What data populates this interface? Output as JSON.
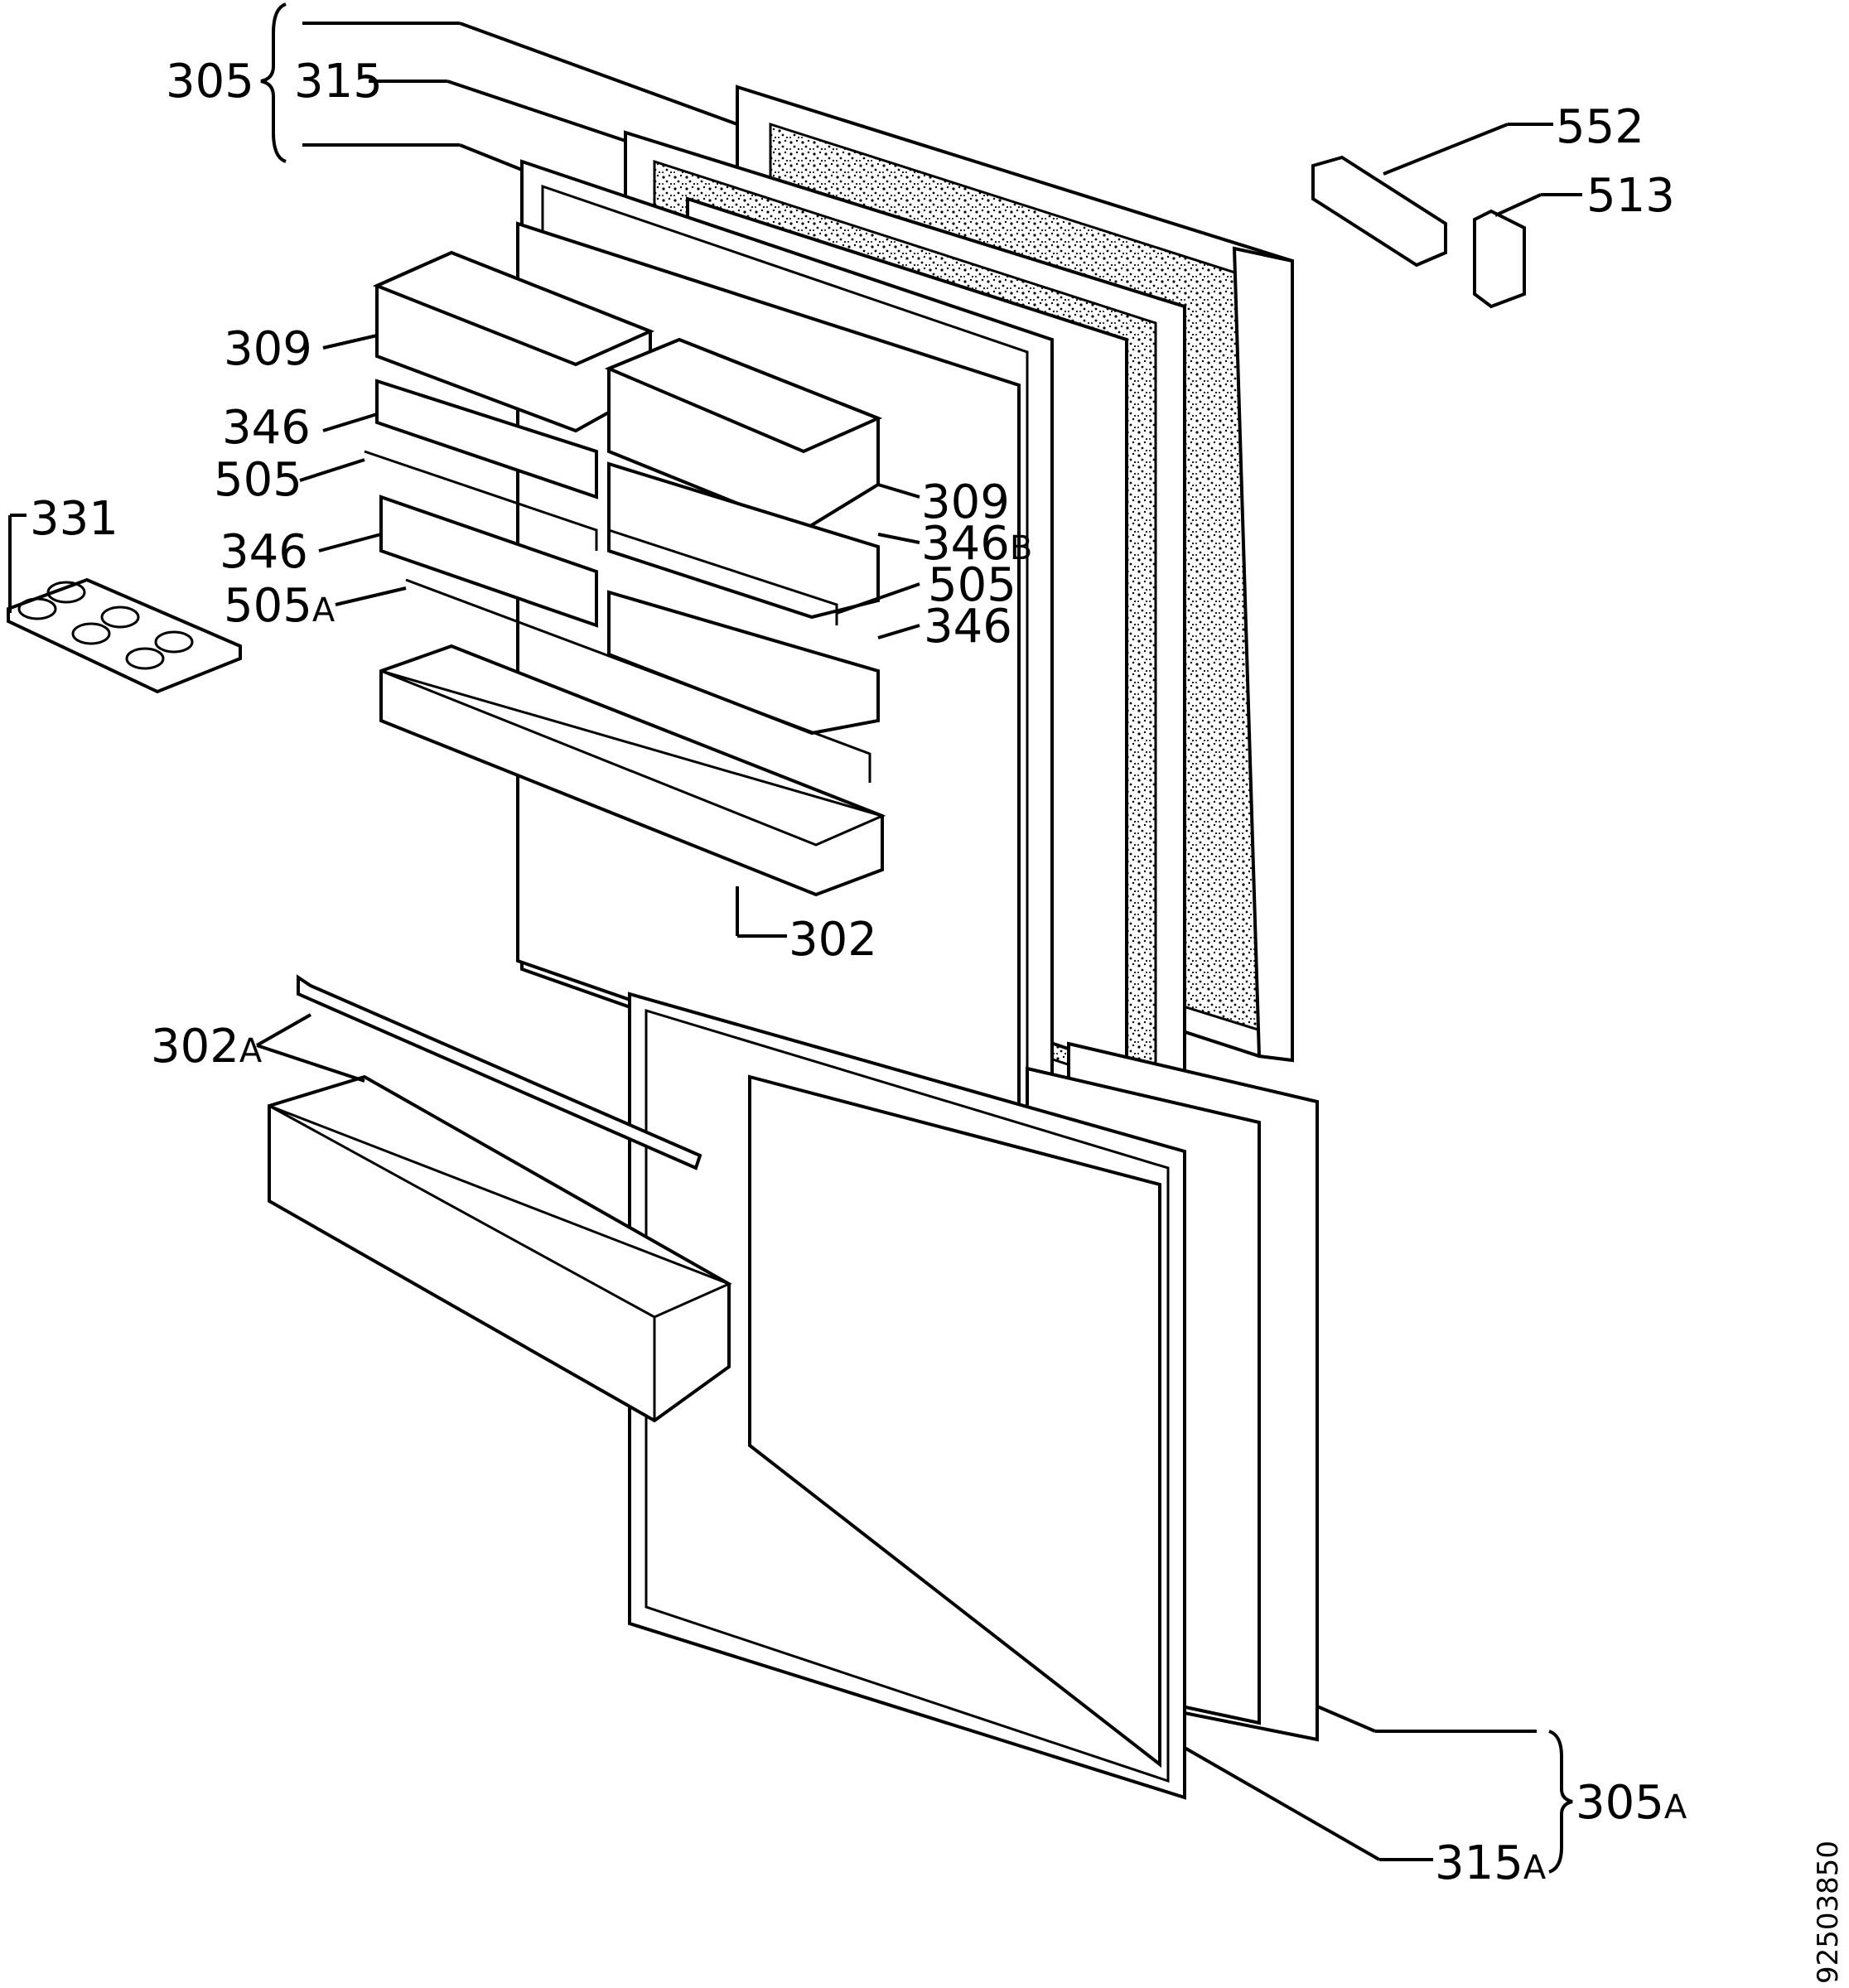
{
  "labels": {
    "l305": "305",
    "l315": "315",
    "l309a": "309",
    "l346a": "346",
    "l505a": "505",
    "l331": "331",
    "l346b": "346",
    "l505A_num": "505",
    "l505A_suf": "A",
    "l309b": "309",
    "l346B_num": "346",
    "l346B_suf": "B",
    "l505b": "505",
    "l346c": "346",
    "l302": "302",
    "l302A_num": "302",
    "l302A_suf": "A",
    "l552": "552",
    "l513": "513",
    "l305A_num": "305",
    "l305A_suf": "A",
    "l315A_num": "315",
    "l315A_suf": "A"
  },
  "document_number": "92503850"
}
